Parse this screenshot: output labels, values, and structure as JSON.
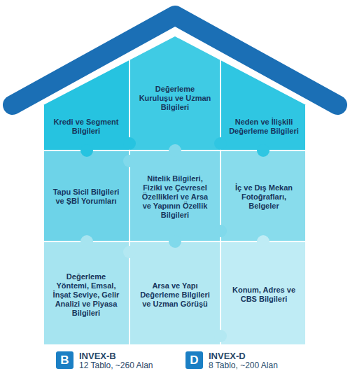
{
  "diagram": {
    "nodes": [
      {
        "text": [
          "Kredi ve Segment Bilgileri"
        ]
      },
      {
        "text": [
          "Değerleme Kuruluşu ve Uzman Bilgileri"
        ]
      },
      {
        "text": [
          "Neden ve İlişkili Değerleme Bilgileri"
        ]
      },
      {
        "text": [
          "Tapu Sicil Bilgileri ve ŞBİ Yorumları"
        ]
      },
      {
        "text": [
          "Nitelik Bilgileri, Fiziki ve Çevresel Özellikleri ve Arsa ve Yapının Özellik Bilgileri"
        ]
      },
      {
        "text": [
          "İç ve Dış Mekan Fotoğrafları, Belgeler"
        ]
      },
      {
        "text": [
          "Değerleme Yöntemi, Emsal, İnşat Seviye, Gelir Analizi ve Piyasa Bilgileri"
        ]
      },
      {
        "text": [
          "Arsa ve Yapı Değerleme Bilgileri ve Uzman Görüşü"
        ]
      },
      {
        "text": [
          "Konum, Adres ve CBS Bilgileri"
        ]
      },
      {
        "text": [
          "B"
        ]
      },
      {
        "text": [
          "D"
        ]
      }
    ],
    "labels": [
      "INVEX-B",
      "12 Tablo, ~260 Alan",
      "INVEX-D",
      "8 Tablo, ~200 Alan"
    ]
  }
}
